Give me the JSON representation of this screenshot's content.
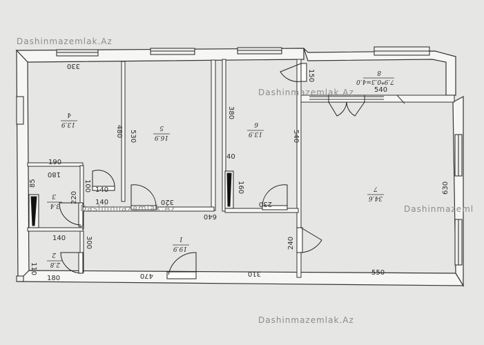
{
  "watermark": "Dashinmazemlak.Az",
  "watermark_variant": "Dashinmazeml",
  "rooms": {
    "r1": {
      "number": "1",
      "area": "19.9"
    },
    "r2": {
      "number": "2",
      "area": "2.8"
    },
    "r3": {
      "number": "3",
      "area": "3.4"
    },
    "r4": {
      "number": "4",
      "area": "13.9"
    },
    "r5": {
      "number": "5",
      "area": "16.9"
    },
    "r6": {
      "number": "6",
      "area": "13.9"
    },
    "r7": {
      "number": "7",
      "area": "34.6"
    },
    "r8": {
      "number": "8",
      "area": "7.9*0.3=4.0"
    }
  },
  "dimensions": {
    "d330": "330",
    "d480": "480",
    "d190": "190",
    "d180a": "180",
    "d85": "85",
    "d100": "100",
    "d140a": "140",
    "d140b": "140",
    "d220": "220",
    "d530": "530",
    "d320": "320",
    "d380": "380",
    "d40": "40",
    "d160": "160",
    "d230": "230",
    "d540a": "540",
    "d540b": "540",
    "d150": "150",
    "d640": "640",
    "d630": "630",
    "d300": "300",
    "d140c": "140",
    "d110": "110",
    "d180b": "180",
    "d470": "470",
    "d310": "310",
    "d240": "240",
    "d550": "550"
  }
}
